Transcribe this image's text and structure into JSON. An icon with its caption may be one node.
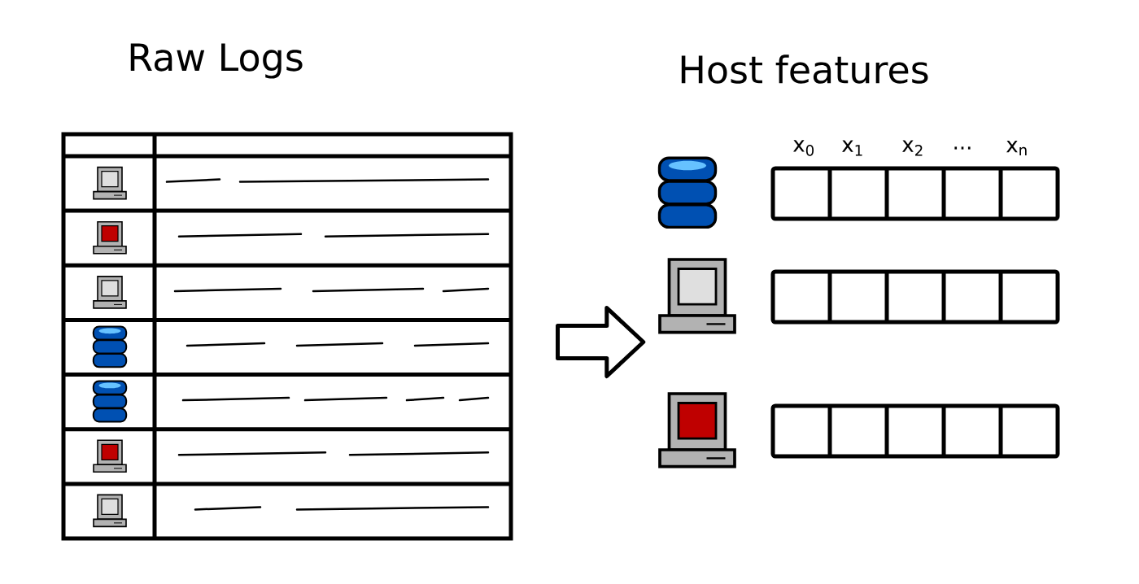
{
  "diagram": {
    "nodes": [
      {
        "text": [
          "Raw Logs"
        ]
      },
      {
        "text": [],
        "shape": "cylinder"
      },
      {
        "text": [],
        "shape": "picture"
      },
      {
        "text": [],
        "shape": "picture"
      }
    ],
    "edges": [
      {
        "from": 0,
        "to": 2,
        "arrow": "to",
        "style": "thick"
      }
    ],
    "labels": [
      "Host features",
      "x$_{0}$",
      "x$_{1}$",
      "x$_{2}$",
      "...",
      "x$_{n}$"
    ]
  }
}
